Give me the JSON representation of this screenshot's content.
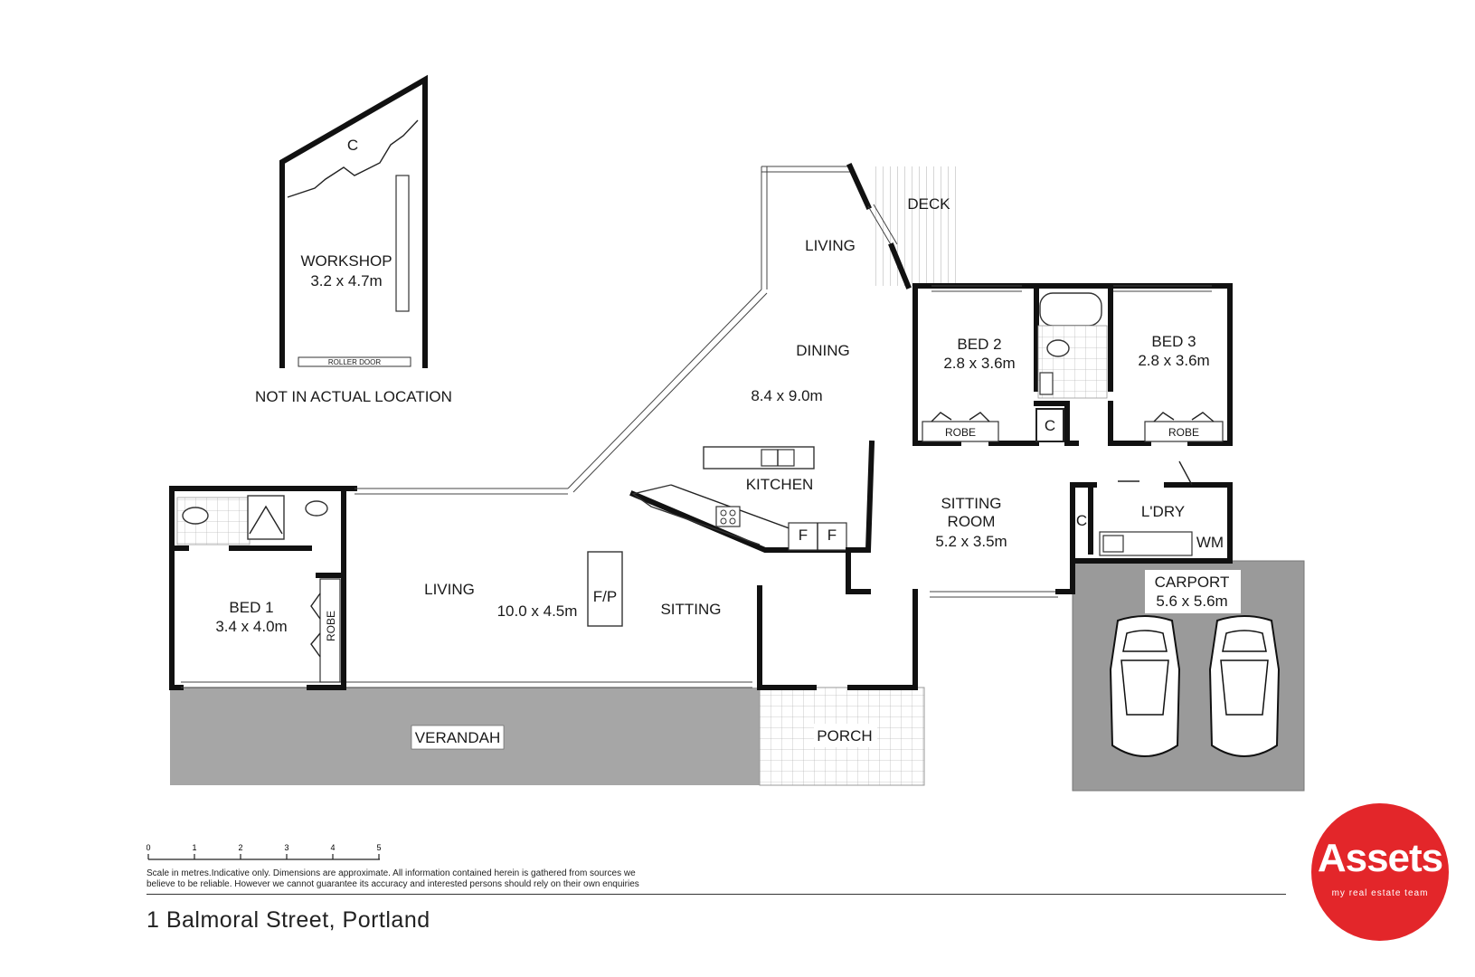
{
  "rooms": {
    "workshop": {
      "name": "WORKSHOP",
      "size": "3.2 x 4.7m",
      "door": "ROLLER DOOR",
      "closet": "C"
    },
    "not_actual": "NOT IN ACTUAL LOCATION",
    "deck": "DECK",
    "living_upper": "LIVING",
    "dining": {
      "name": "DINING",
      "size": "8.4 x 9.0m"
    },
    "kitchen": "KITCHEN",
    "fridge_labels": [
      "F",
      "F"
    ],
    "bed2": {
      "name": "BED 2",
      "size": "2.8 x 3.6m",
      "robe": "ROBE"
    },
    "bed3": {
      "name": "BED 3",
      "size": "2.8 x 3.6m",
      "robe": "ROBE"
    },
    "linen_c": "C",
    "sitting_room": {
      "line1": "SITTING",
      "line2": "ROOM",
      "size": "5.2 x 3.5m"
    },
    "laundry": {
      "name": "L'DRY",
      "closet": "C",
      "wm": "WM"
    },
    "carport": {
      "name": "CARPORT",
      "size": "5.6 x 5.6m"
    },
    "bed1": {
      "name": "BED 1",
      "size": "3.4 x 4.0m",
      "robe": "ROBE"
    },
    "living_main": {
      "name": "LIVING",
      "size": "10.0 x 4.5m",
      "fireplace": "F/P",
      "sitting": "SITTING"
    },
    "verandah": "VERANDAH",
    "porch": "PORCH"
  },
  "scale": {
    "ticks": [
      "0",
      "1",
      "2",
      "3",
      "4",
      "5"
    ]
  },
  "footer": {
    "disclaimer_line1": "Scale in metres.Indicative only. Dimensions are approximate. All information contained herein is gathered from sources we",
    "disclaimer_line2": "believe to be reliable. However we cannot guarantee its accuracy and interested persons should rely on their own enquiries",
    "address": "1 Balmoral Street, Portland"
  },
  "logo": {
    "main": "Assets",
    "tagline": "my real estate team"
  },
  "colors": {
    "wall": "#111111",
    "carport_fill": "#9a9a9a",
    "verandah_fill": "#a6a6a6",
    "logo_red": "#e3262a"
  }
}
